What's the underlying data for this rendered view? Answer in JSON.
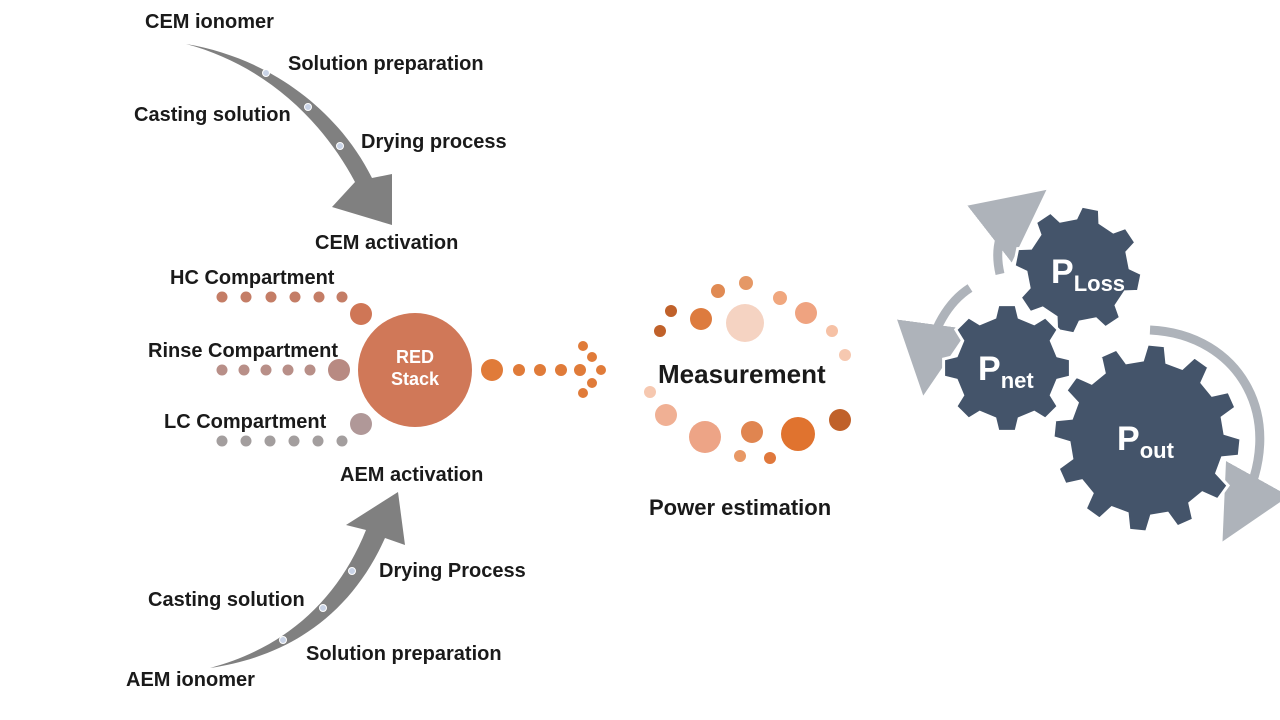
{
  "cem_branch": {
    "ionomer": "CEM ionomer",
    "solution_preparation": "Solution preparation",
    "casting_solution": "Casting solution",
    "drying_process": "Drying process",
    "activation": "CEM activation"
  },
  "aem_branch": {
    "ionomer": "AEM ionomer",
    "solution_preparation": "Solution preparation",
    "casting_solution": "Casting solution",
    "drying_process": "Drying Process",
    "activation": "AEM activation"
  },
  "compartments": {
    "hc": "HC Compartment",
    "rinse": "Rinse Compartment",
    "lc": "LC Compartment"
  },
  "stack": {
    "line1": "RED",
    "line2": "Stack"
  },
  "measurement": {
    "title": "Measurement",
    "subtitle": "Power estimation"
  },
  "gears": {
    "loss": {
      "main": "P",
      "sub": "Loss"
    },
    "net": {
      "main": "P",
      "sub": "net"
    },
    "out": {
      "main": "P",
      "sub": "out"
    }
  },
  "colors": {
    "arrow": "#808080",
    "stack": "#d07858",
    "hc_dots": "#c47d66",
    "rinse_dots": "#b88f88",
    "lc_dots": "#a39e9e",
    "orange": "#e07b39",
    "gear": "#44546a",
    "cycle_arrow": "#aeb3ba"
  }
}
